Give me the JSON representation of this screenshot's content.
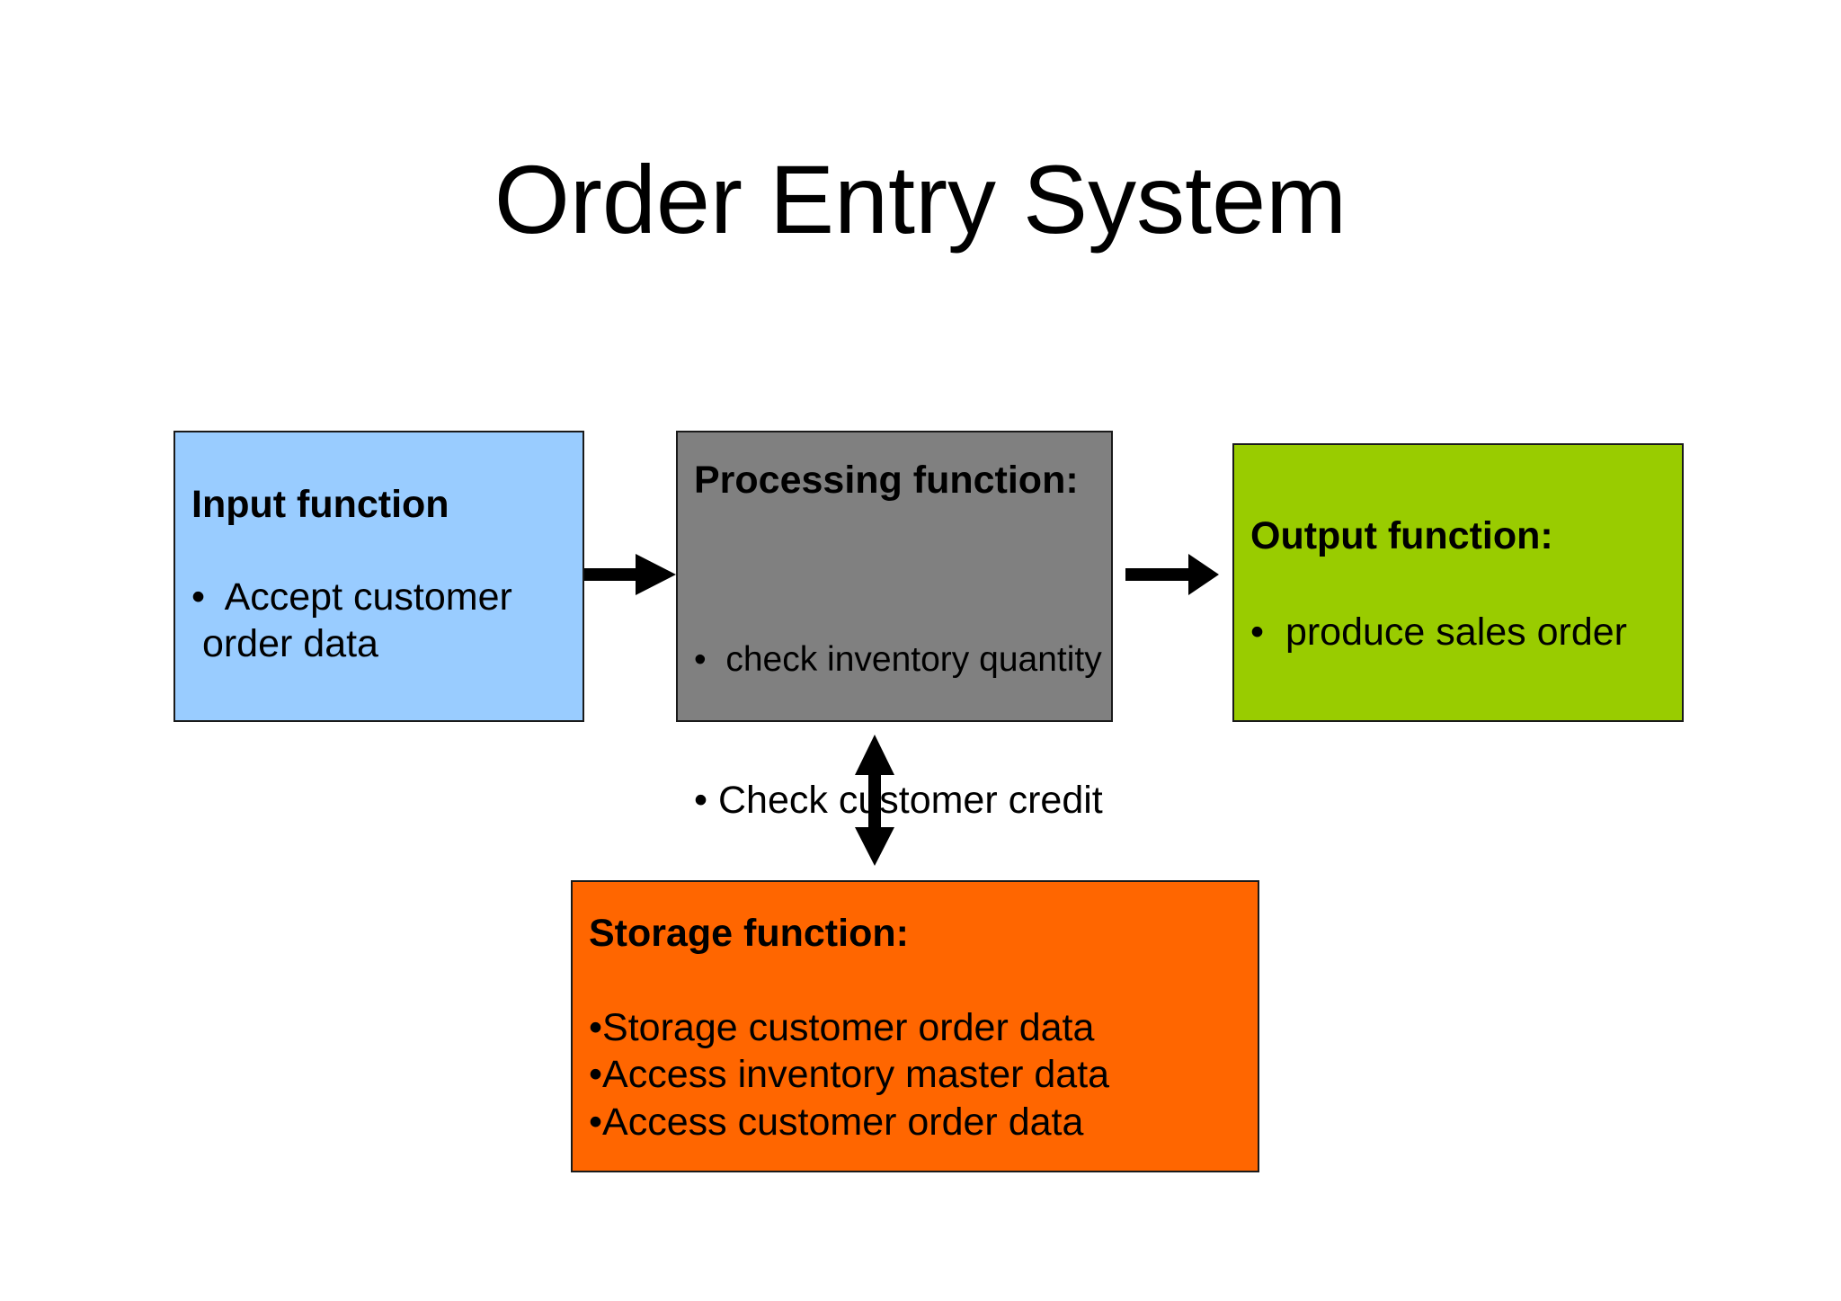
{
  "title": "Order Entry System",
  "colors": {
    "input": "#99ccff",
    "processing": "#808080",
    "output": "#99cc00",
    "storage": "#ff6600",
    "arrow": "#000000"
  },
  "boxes": {
    "input": {
      "heading": "Input function",
      "body": "•  Accept customer\n order data"
    },
    "processing": {
      "heading": "Processing function:",
      "line_a": "•  check inventory quantity",
      "line_b": "• Check customer credit"
    },
    "output": {
      "heading": "Output function:",
      "body": "•  produce sales order"
    },
    "storage": {
      "heading": "Storage function:",
      "body": "•Storage customer order data\n•Access inventory master data\n•Access customer order data"
    }
  }
}
